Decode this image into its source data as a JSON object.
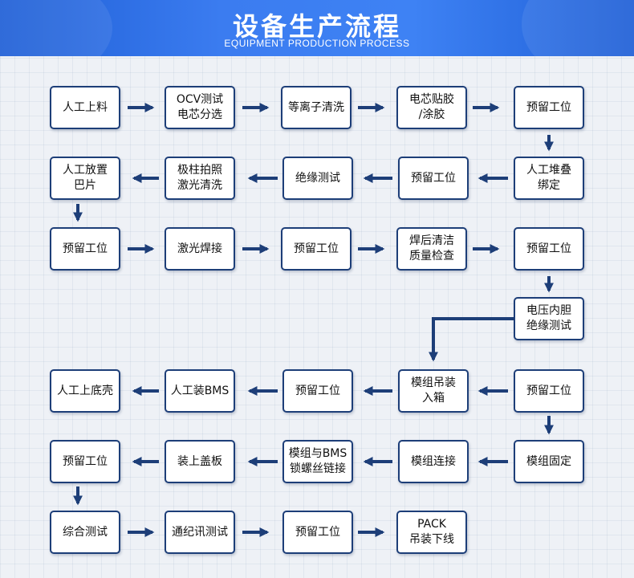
{
  "header": {
    "title": "设备生产流程",
    "subtitle": "EQUIPMENT PRODUCTION PROCESS"
  },
  "colors": {
    "header": "#2f6fe8",
    "box_border": "#1d3e78",
    "arrow": "#1d3e78"
  },
  "steps": [
    "人工上料",
    "OCV测试\n电芯分选",
    "等离子清洗",
    "电芯贴胶\n/涂胶",
    "预留工位",
    "人工堆叠\n绑定",
    "预留工位",
    "绝缘测试",
    "极柱拍照\n激光清洗",
    "人工放置\n巴片",
    "预留工位",
    "激光焊接",
    "预留工位",
    "焊后清洁\n质量检查",
    "预留工位",
    "电压内胆\n绝缘测试",
    "模组吊装\n入箱",
    "预留工位",
    "人工装BMS",
    "人工上底壳",
    "模组固定",
    "模组连接",
    "模组与BMS\n锁螺丝链接",
    "装上盖板",
    "预留工位",
    "综合测试",
    "通纪讯测试",
    "预留工位",
    "PACK\n吊装下线"
  ]
}
